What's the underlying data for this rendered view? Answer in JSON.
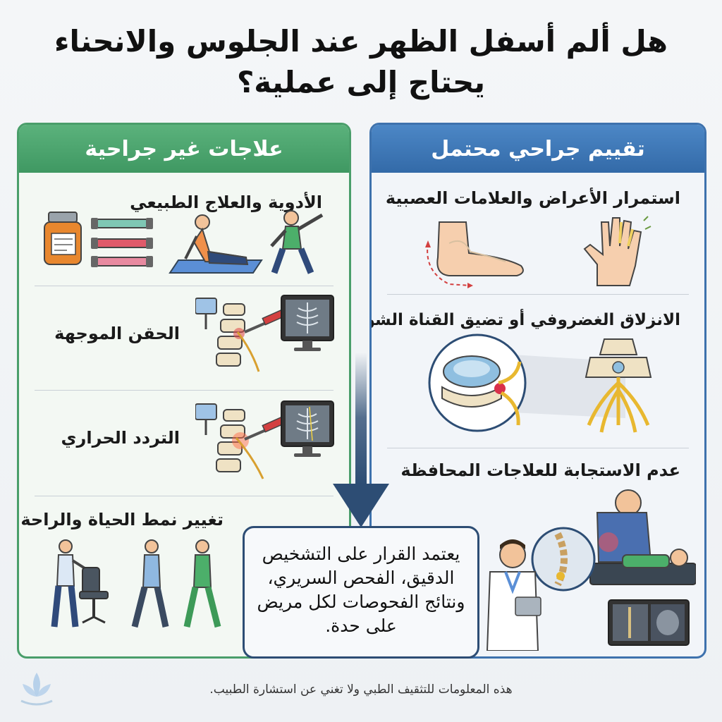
{
  "title": "هل ألم أسفل الظهر عند الجلوس والانحناء يحتاج إلى عملية؟",
  "left_panel": {
    "header": "علاجات غير جراحية",
    "items": [
      {
        "label": "الأدوية والعلاج الطبيعي",
        "icons": [
          "pill-bottle-icon",
          "resistance-bands-icon",
          "floor-exercise-icon",
          "stretching-person-icon"
        ]
      },
      {
        "label": "الحقن الموجهة",
        "icons": [
          "spine-injection-icon",
          "xray-monitor-icon"
        ]
      },
      {
        "label": "التردد الحراري",
        "icons": [
          "spine-radiofrequency-icon",
          "xray-monitor-icon"
        ]
      },
      {
        "label": "تغيير نمط الحياة والراحة",
        "icons": [
          "person-chair-icon",
          "walking-person-icon",
          "walking-person-green-icon"
        ]
      }
    ]
  },
  "right_panel": {
    "header": "تقييم جراحي محتمل",
    "items": [
      {
        "label": "استمرار الأعراض والعلامات العصبية",
        "icons": [
          "foot-drop-icon",
          "numb-hand-icon"
        ]
      },
      {
        "label": "الانزلاق الغضروفي أو تضيق القناة الشوكية",
        "icons": [
          "herniated-disc-icon",
          "vertebra-nerves-icon"
        ]
      },
      {
        "label": "عدم الاستجابة للعلاجات المحافظة",
        "icons": [
          "doctor-icon",
          "back-pain-person-icon",
          "mri-monitor-icon"
        ]
      }
    ]
  },
  "callout": "يعتمد القرار على التشخيص الدقيق، الفحص السريري، ونتائج الفحوصات لكل مريض على حدة.",
  "footer": "هذه المعلومات للتثقيف الطبي ولا تغني عن استشارة الطبيب.",
  "colors": {
    "green": "#4a9e6a",
    "blue": "#3e72ad",
    "navy": "#2d4d74"
  }
}
